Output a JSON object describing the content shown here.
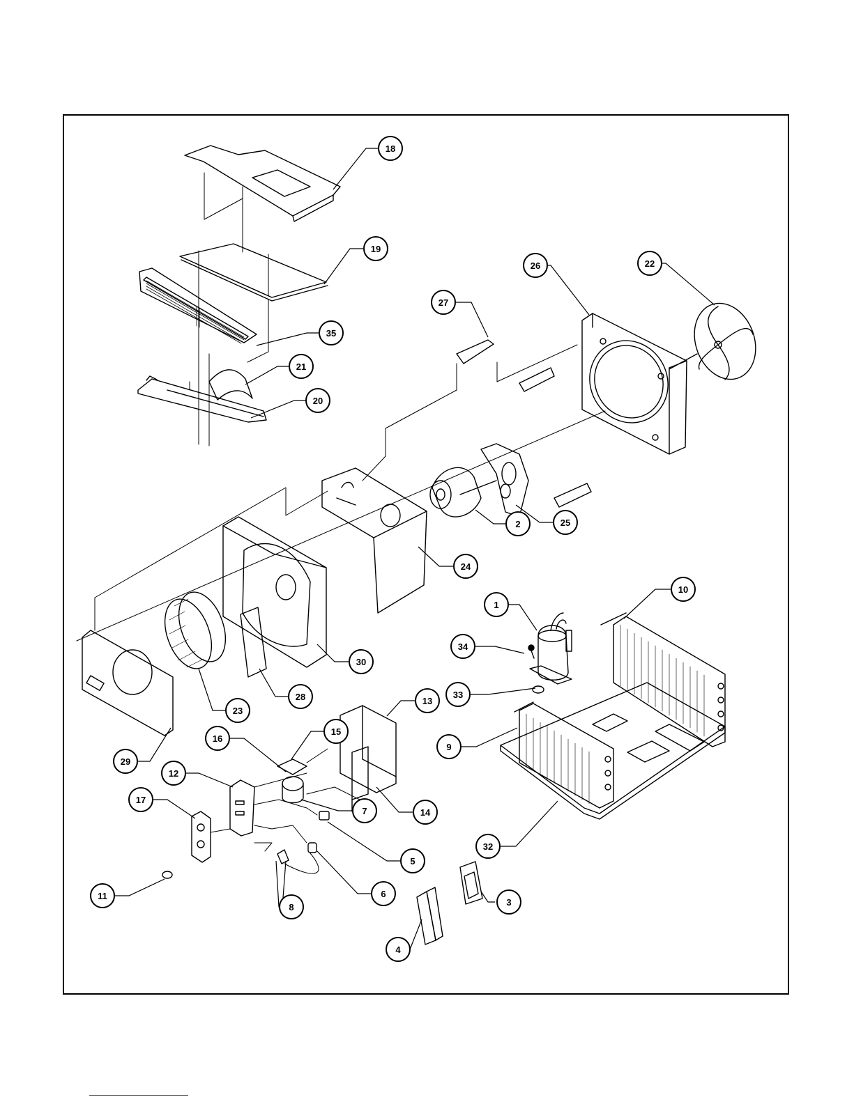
{
  "diagram": {
    "parts": [
      {
        "key": "p18",
        "label": "18"
      },
      {
        "key": "p19",
        "label": "19"
      },
      {
        "key": "p35",
        "label": "35"
      },
      {
        "key": "p21",
        "label": "21"
      },
      {
        "key": "p20",
        "label": "20"
      },
      {
        "key": "p27",
        "label": "27"
      },
      {
        "key": "p26",
        "label": "26"
      },
      {
        "key": "p22",
        "label": "22"
      },
      {
        "key": "p2",
        "label": "2"
      },
      {
        "key": "p25",
        "label": "25"
      },
      {
        "key": "p24",
        "label": "24"
      },
      {
        "key": "p30",
        "label": "30"
      },
      {
        "key": "p28",
        "label": "28"
      },
      {
        "key": "p23",
        "label": "23"
      },
      {
        "key": "p29",
        "label": "29"
      },
      {
        "key": "p10",
        "label": "10"
      },
      {
        "key": "p1",
        "label": "1"
      },
      {
        "key": "p34",
        "label": "34"
      },
      {
        "key": "p33",
        "label": "33"
      },
      {
        "key": "p9",
        "label": "9"
      },
      {
        "key": "p32",
        "label": "32"
      },
      {
        "key": "p13",
        "label": "13"
      },
      {
        "key": "p15",
        "label": "15"
      },
      {
        "key": "p16",
        "label": "16"
      },
      {
        "key": "p12",
        "label": "12"
      },
      {
        "key": "p17",
        "label": "17"
      },
      {
        "key": "p7",
        "label": "7"
      },
      {
        "key": "p14",
        "label": "14"
      },
      {
        "key": "p5",
        "label": "5"
      },
      {
        "key": "p6",
        "label": "6"
      },
      {
        "key": "p8",
        "label": "8"
      },
      {
        "key": "p11",
        "label": "11"
      },
      {
        "key": "p4",
        "label": "4"
      },
      {
        "key": "p3",
        "label": "3"
      }
    ]
  }
}
